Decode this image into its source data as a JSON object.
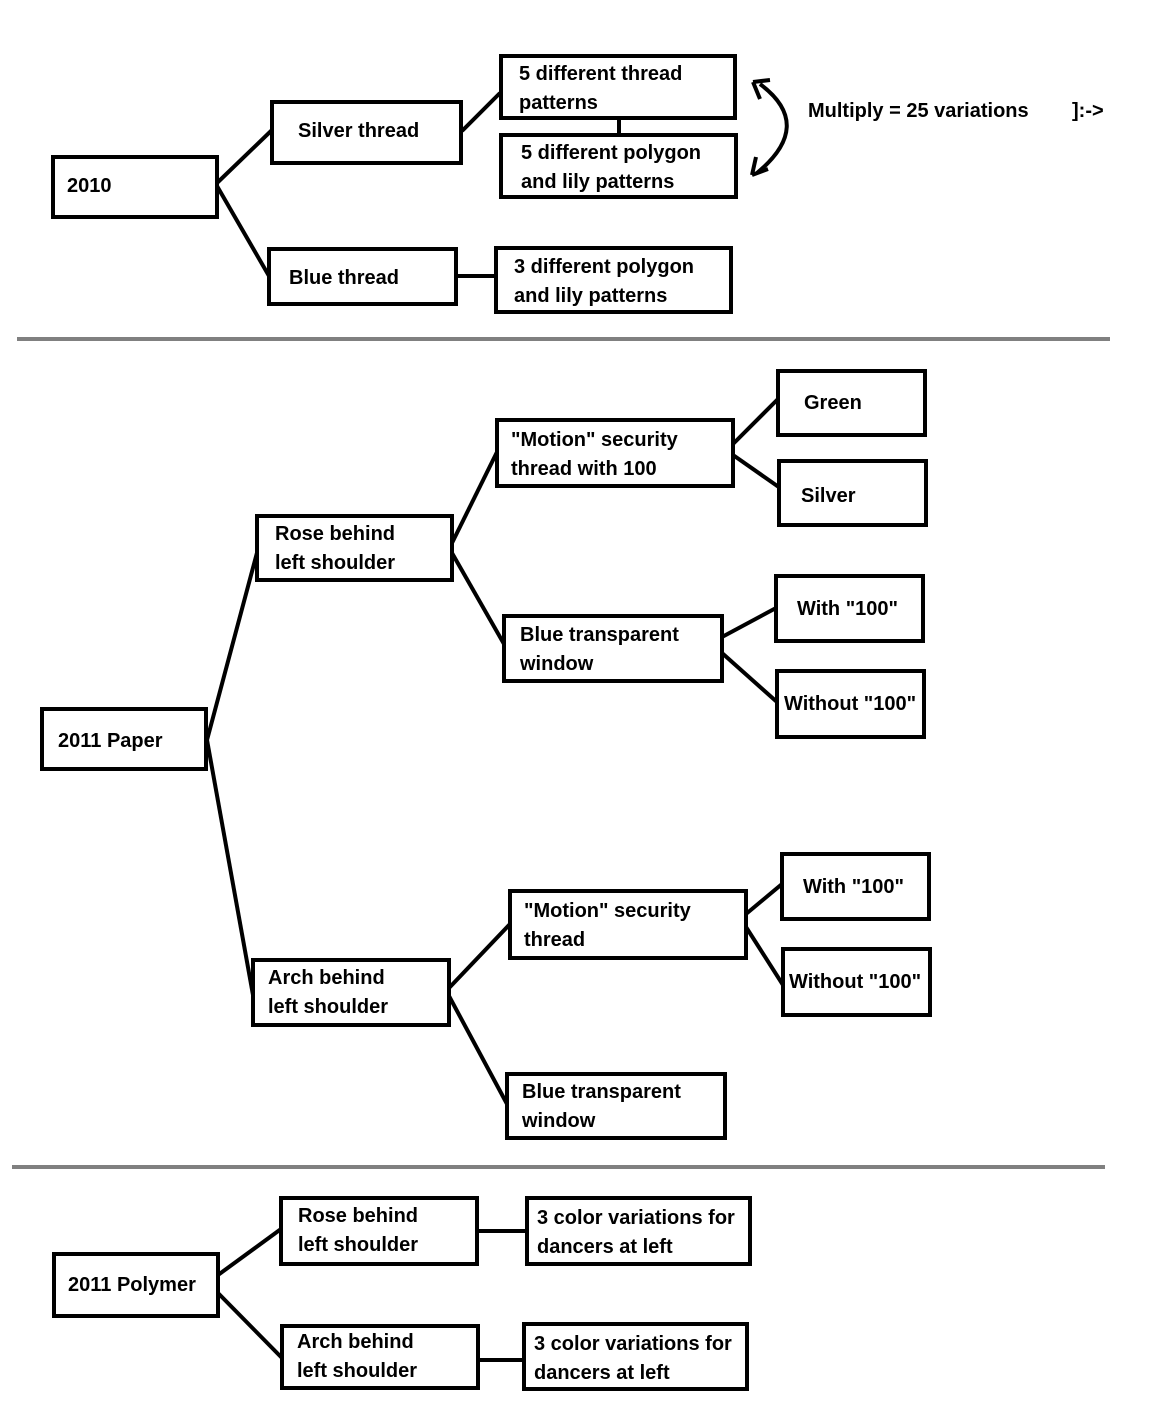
{
  "section_2010": {
    "root": "2010",
    "silver_thread": "Silver thread",
    "thread_patterns": "5 different thread\npatterns",
    "polygon_lily_silver": "5 different polygon\nand lily patterns",
    "multiply_note": "Multiply = 25 variations",
    "smiley": "]:->",
    "blue_thread": "Blue thread",
    "polygon_lily_blue": "3 different polygon\nand lily patterns"
  },
  "section_2011_paper": {
    "root": "2011 Paper",
    "rose": "Rose behind\nleft shoulder",
    "rose_motion": "\"Motion\" security\nthread with 100",
    "green": "Green",
    "silver": "Silver",
    "rose_blue_window": "Blue transparent\nwindow",
    "rose_with_100": "With \"100\"",
    "rose_without_100": "Without \"100\"",
    "arch": "Arch  behind\n left shoulder",
    "arch_motion": "\"Motion\" security\nthread",
    "arch_with_100": "With \"100\"",
    "arch_without_100": "Without \"100\"",
    "arch_blue_window": "Blue transparent\nwindow"
  },
  "section_2011_polymer": {
    "root": "2011 Polymer",
    "rose": "Rose behind\nleft shoulder",
    "rose_colors": "3 color variations for\ndancers at left",
    "arch": "Arch  behind\n left shoulder",
    "arch_colors": "3 color variations for\ndancers at left"
  },
  "colors": {
    "stroke": "#000000",
    "divider": "#808080",
    "background": "#ffffff"
  }
}
